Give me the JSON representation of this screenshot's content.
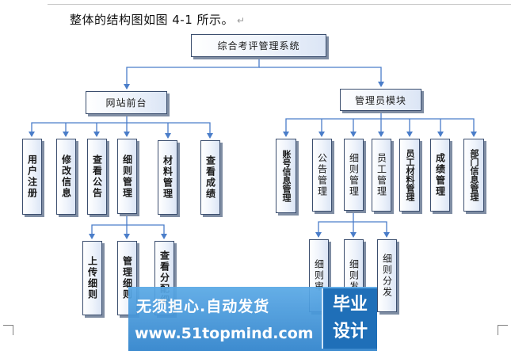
{
  "intro": {
    "text": "整体的结构图如图 4-1 所示。",
    "mark": "↵"
  },
  "diagram": {
    "root": "综合考评管理系统",
    "front": {
      "title": "网站前台",
      "children": [
        "用户注册",
        "修改信息",
        "查看公告",
        "细则管理",
        "材料管理",
        "查看成绩"
      ],
      "detail_children": [
        "上传细则",
        "管理细则",
        "查看分配细"
      ]
    },
    "admin": {
      "title": "管理员模块",
      "children": [
        "账号信息管理",
        "公告管理",
        "细则管理",
        "员工管理",
        "员工材料管理",
        "成绩管理",
        "部门信息管理"
      ],
      "detail_children": [
        "细则审",
        "细则发",
        "细则分发"
      ]
    }
  },
  "watermark": {
    "line1": "无须担心.自动发货",
    "line2": "www.51topmind.com",
    "badge_top": "毕业",
    "badge_bottom": "设计"
  }
}
